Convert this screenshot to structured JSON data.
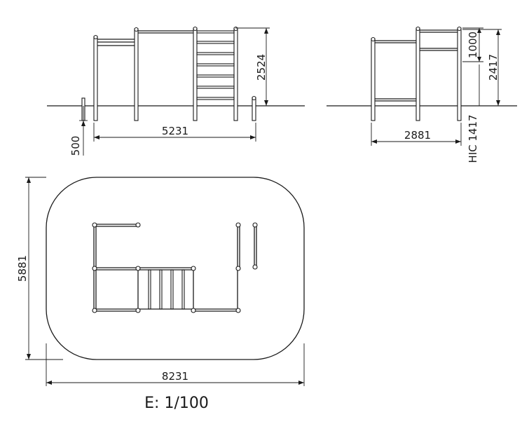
{
  "front_view": {
    "width_label": "5231",
    "height_label": "2524",
    "depth_label": "500"
  },
  "side_view": {
    "width_label": "2881",
    "top_label": "1000",
    "height_label": "2417",
    "hic_label": "HIC 1417"
  },
  "plan_view": {
    "width_label": "8231",
    "height_label": "5881"
  },
  "scale_label": "E: 1/100"
}
